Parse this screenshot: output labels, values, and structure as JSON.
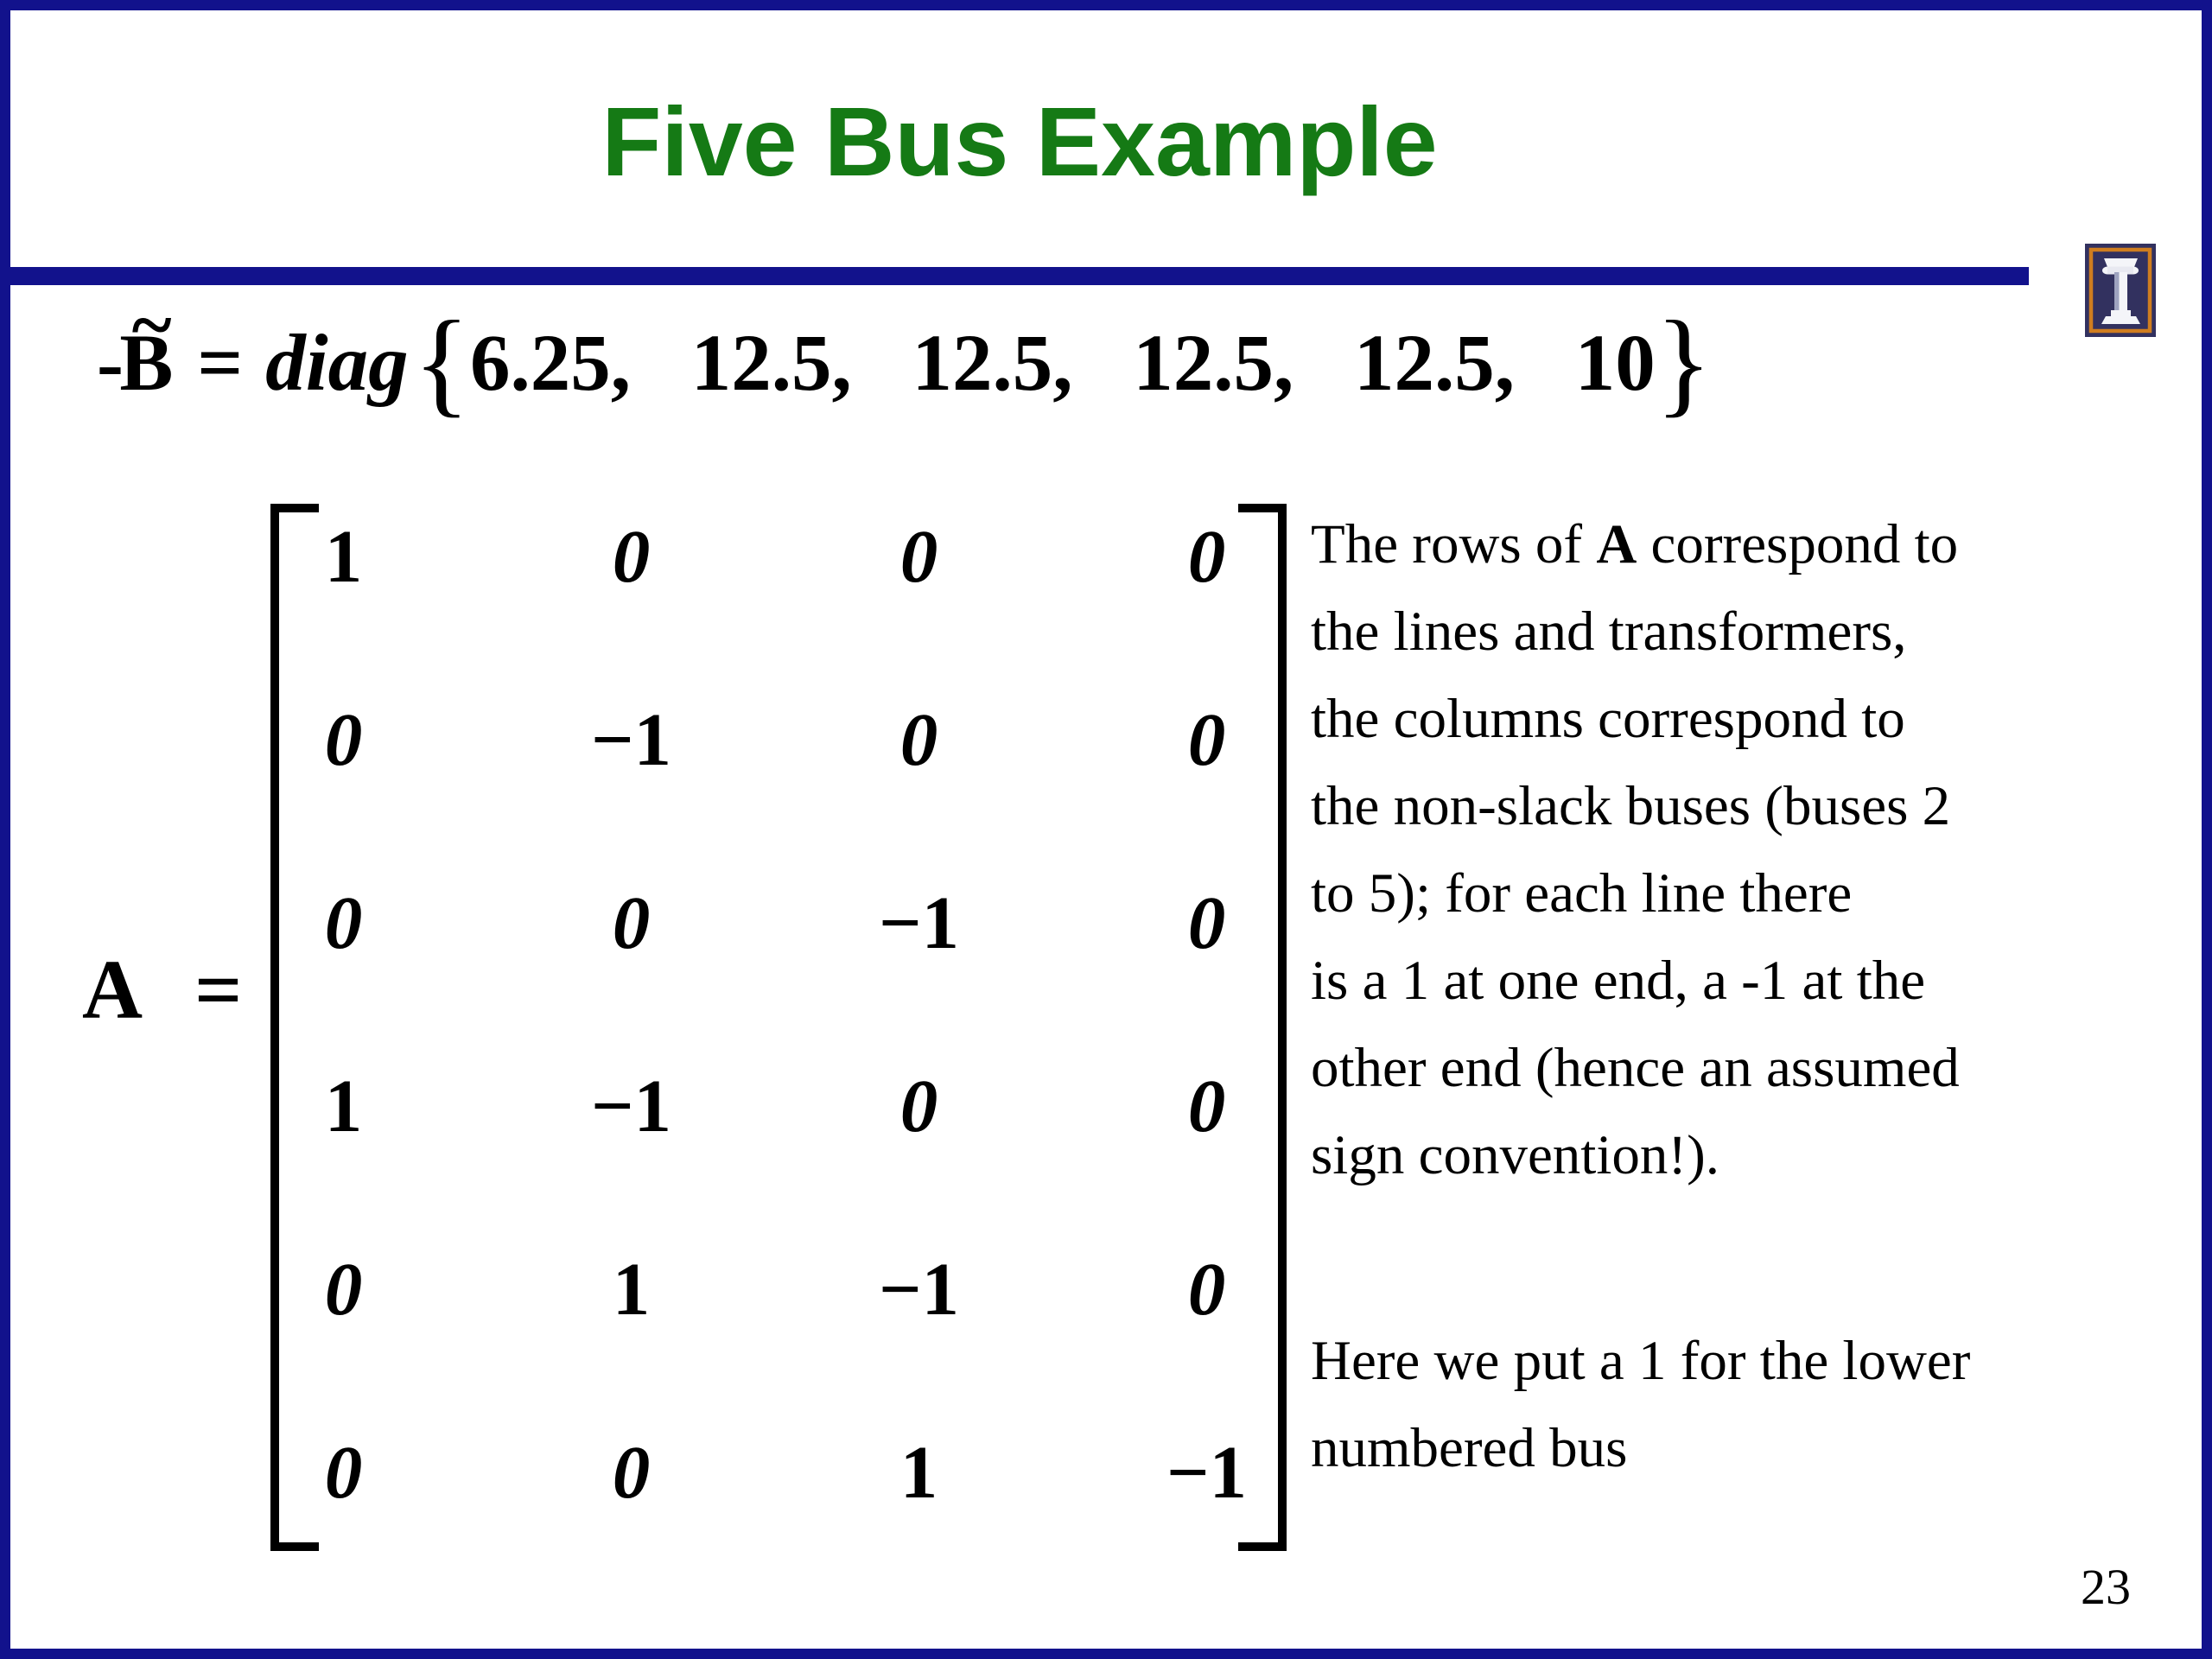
{
  "theme": {
    "navy": "#12128c",
    "green": "#157a15",
    "orange": "#cf7d1f",
    "logo-navy": "#32315f"
  },
  "slide": {
    "title": "Five Bus Example",
    "page_number": "23"
  },
  "logo": {
    "icon": "illinois-column-i-icon"
  },
  "equation": {
    "minus": "-",
    "b": "B",
    "tilde": "~",
    "equals": "=",
    "operator": "diag",
    "open_brace": "{",
    "values": "6.25,   12.5,   12.5,   12.5,   12.5,   10",
    "close_brace": "}"
  },
  "matrix": {
    "label": "A",
    "equals": "=",
    "rows": [
      [
        "1",
        "0",
        "0",
        "0"
      ],
      [
        "0",
        "−1",
        "0",
        "0"
      ],
      [
        "0",
        "0",
        "−1",
        "0"
      ],
      [
        "1",
        "−1",
        "0",
        "0"
      ],
      [
        "0",
        "1",
        "−1",
        "0"
      ],
      [
        "0",
        "0",
        "1",
        "−1"
      ]
    ]
  },
  "annotation": {
    "p1_before": "The rows of ",
    "p1_bold": "A",
    "p1_after": " correspond to\nthe lines and transformers,\nthe columns correspond to\nthe non-slack buses (buses 2\nto 5); for each line there\nis a 1 at one end, a -1 at the\nother end (hence an assumed\nsign convention!).",
    "p2": "Here we put a 1 for the lower\nnumbered bus"
  }
}
